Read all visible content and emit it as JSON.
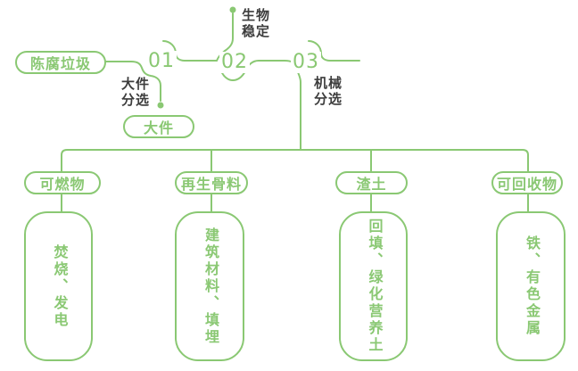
{
  "diagram": {
    "source": {
      "label": "陈腐垃圾"
    },
    "stations": [
      {
        "number": "01",
        "annotation": "大件\n分选"
      },
      {
        "number": "02",
        "annotation": "生物\n稳定"
      },
      {
        "number": "03",
        "annotation": "机械\n分选"
      }
    ],
    "bulky_output": {
      "label": "大件"
    },
    "branches": [
      {
        "category": "可燃物",
        "result": "焚烧、发电"
      },
      {
        "category": "再生骨料",
        "result": "建筑材料、填埋"
      },
      {
        "category": "渣土",
        "result": "回填、绿化营养土"
      },
      {
        "category": "可回收物",
        "result": "铁、有色金属"
      }
    ],
    "colors": {
      "line_green": "#8ac873",
      "annotation_dark": "#3d3d3d",
      "background": "#ffffff"
    }
  }
}
